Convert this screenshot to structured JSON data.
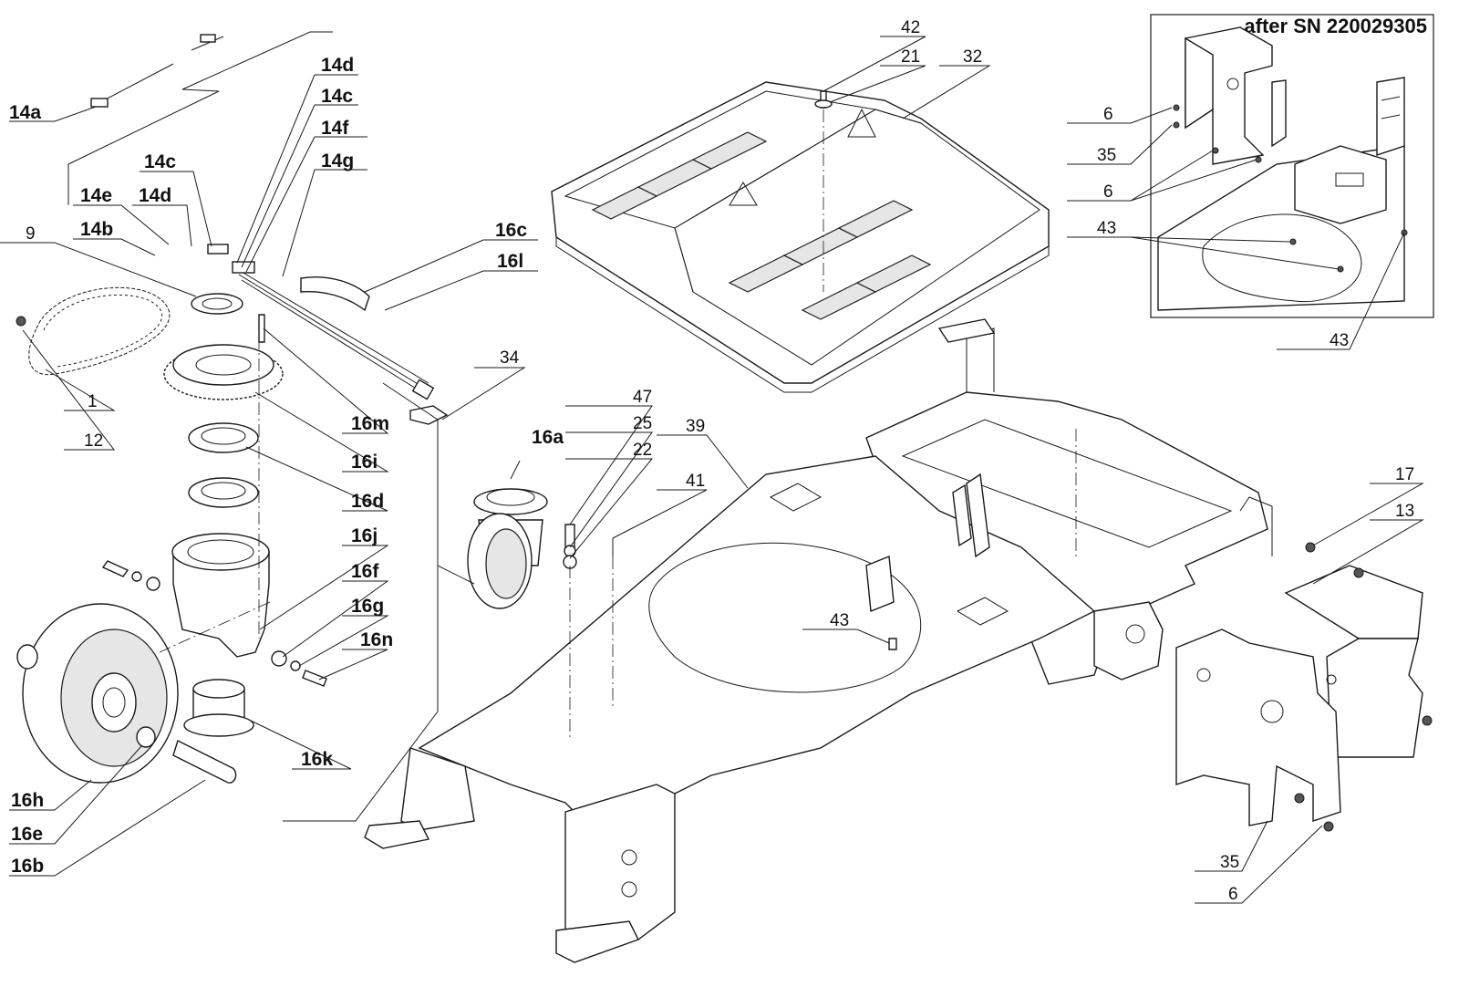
{
  "inset": {
    "title": "after SN 220029305"
  },
  "callouts": {
    "c14a": "14a",
    "c14d_top": "14d",
    "c14c_top": "14c",
    "c14f": "14f",
    "c14g": "14g",
    "c14c_mid": "14c",
    "c14e": "14e",
    "c14d_mid": "14d",
    "c14b": "14b",
    "c9": "9",
    "c16c": "16c",
    "c16l": "16l",
    "c1": "1",
    "c12": "12",
    "c16m": "16m",
    "c16i": "16i",
    "c16d": "16d",
    "c16j": "16j",
    "c16f": "16f",
    "c16g": "16g",
    "c16n": "16n",
    "c16k": "16k",
    "c16h": "16h",
    "c16e": "16e",
    "c16b": "16b",
    "c34": "34",
    "c16a": "16a",
    "c47": "47",
    "c25": "25",
    "c22": "22",
    "c39": "39",
    "c41": "41",
    "c42": "42",
    "c21": "21",
    "c32": "32",
    "c43_main": "43",
    "c17": "17",
    "c13": "13",
    "c35_bottom": "35",
    "c6_bottom": "6",
    "c6_inset_a": "6",
    "c35_inset": "35",
    "c6_inset_b": "6",
    "c43_inset_a": "43",
    "c43_inset_b": "43"
  }
}
